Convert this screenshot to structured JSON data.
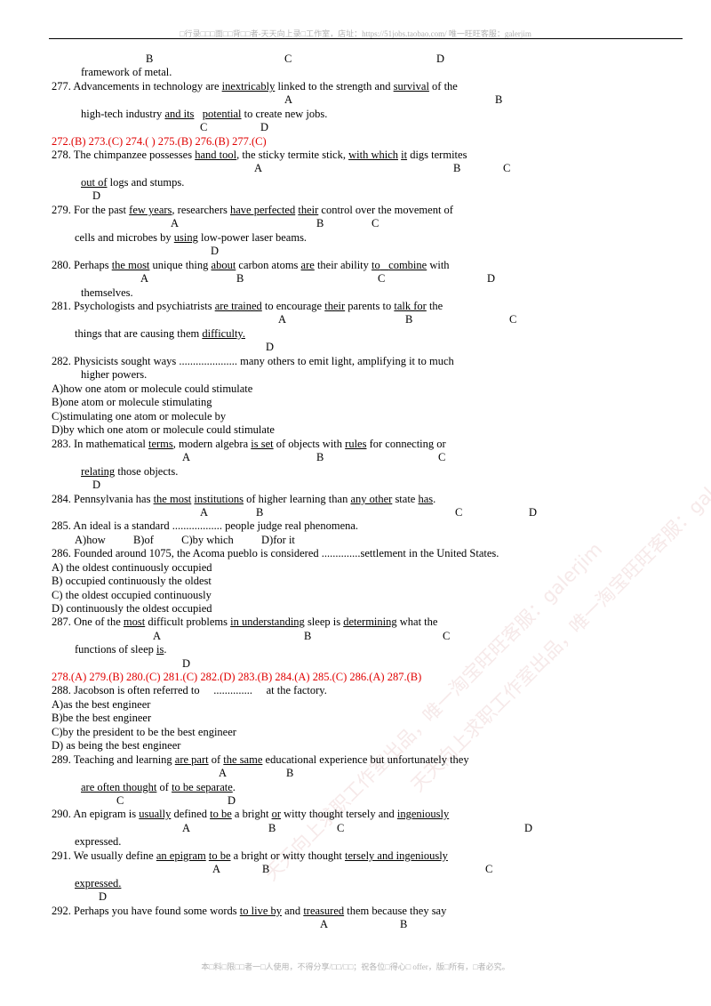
{
  "header": "□行录□□□面□□背□□者-天天向上录□工作室，店址：https://51jobs.taobao.com/  唯一旺旺客服：galerjim",
  "footer": "本□料□限□□者一□人使用，不得分享/□□/□□；祝各位□得心□ offer，版□所有，□者必究。",
  "watermark": {
    "a": "天天向上求职工作室出品，唯一淘宝旺旺客服：galerjim",
    "b": "天天向上求职工作室出品，唯一淘宝旺旺客服：galerjim"
  },
  "q276": {
    "letters": [
      "B",
      "C",
      "D"
    ],
    "tail": "framework of metal."
  },
  "q277": {
    "num": "277. ",
    "t1": "Advancements in technology are ",
    "a": "inextricably",
    "t2": " linked to the strength and ",
    "b": "survival",
    "t3": " of the",
    "t4": "high-tech industry ",
    "c": "and its",
    "t5": "   ",
    "d": "potential",
    "t6": " to create new jobs.",
    "letters": [
      "A",
      "B",
      "C",
      "D"
    ]
  },
  "answers1": "272.(B) 273.(C) 274.( ) 275.(B) 276.(B) 277.(C)",
  "q278": {
    "num": "278. ",
    "t1": "The chimpanzee possesses ",
    "a": "hand tool",
    "t2": ", the sticky termite stick, ",
    "b": "with which",
    "t3": " ",
    "c": "it",
    "t4": " digs termites",
    "d": "out of",
    "t5": " logs and stumps.",
    "letters": [
      "A",
      "B",
      "C",
      "D"
    ]
  },
  "q279": {
    "num": "279. ",
    "t1": "For the past ",
    "a": "few years",
    "t2": ", researchers ",
    "b": "have perfected",
    "t3": " ",
    "c": "their",
    "t4": " control over the movement of",
    "t5": "cells and microbes by ",
    "d": "using",
    "t6": " low-power laser beams.",
    "letters": [
      "A",
      "B",
      "C",
      "D"
    ]
  },
  "q280": {
    "num": "280. ",
    "t1": "Perhaps ",
    "a": "the most",
    "t2": " unique thing ",
    "b": "about",
    "t3": " carbon atoms ",
    "c": "are",
    "t4": " their ability ",
    "d1": "to",
    "t5": "   ",
    "d2": "combine",
    "t6": " with",
    "t7": "themselves.",
    "letters": [
      "A",
      "B",
      "C",
      "D"
    ]
  },
  "q281": {
    "num": "281. ",
    "t1": "Psychologists and psychiatrists ",
    "a": "are trained",
    "t2": " to encourage ",
    "b": "their",
    "t3": " parents to ",
    "c": "talk for",
    "t4": " the",
    "t5": "things that are causing them ",
    "d": "difficulty.",
    "letters": [
      "A",
      "B",
      "C",
      "D"
    ]
  },
  "q282": {
    "stem": "282. Physicists sought ways ..................... many others to emit light, amplifying it to much",
    "stem2": "higher powers.",
    "options": [
      "A)how one atom or molecule could stimulate",
      "B)one atom or molecule stimulating",
      "C)stimulating one atom or molecule by",
      "D)by which one atom or molecule could stimulate"
    ]
  },
  "q283": {
    "num": "283. ",
    "t1": "In mathematical ",
    "a": "terms",
    "t2": ", modern algebra ",
    "b": "is set",
    "t3": " of objects with ",
    "c": "rules",
    "t4": " for connecting or",
    "d": "relating",
    "t5": " those objects.",
    "letters": [
      "A",
      "B",
      "C",
      "D"
    ]
  },
  "q284": {
    "num": "284. ",
    "t1": "Pennsylvania has ",
    "a": "the most",
    "t2": " ",
    "b": "institutions",
    "t3": " of higher learning than ",
    "c": "any other",
    "t4": " state ",
    "d": "has",
    "t5": ".",
    "letters": [
      "A",
      "B",
      "C",
      "D"
    ]
  },
  "q285": {
    "stem": "285. An ideal is a standard .................. people judge real phenomena.",
    "options": "A)how          B)of          C)by which          D)for it"
  },
  "q286": {
    "stem": "286. Founded around 1075, the Acoma pueblo is considered ..............settlement in the United States.",
    "options": [
      "A) the oldest continuously occupied",
      "B) occupied continuously the oldest",
      "C) the oldest occupied continuously",
      "D) continuously the oldest occupied"
    ]
  },
  "q287": {
    "num": "287. ",
    "t1": "One of the ",
    "a": "most",
    "t2": " difficult problems ",
    "b": "in understanding",
    "t3": " sleep is ",
    "c": "determining",
    "t4": " what the",
    "t5": "functions of sleep ",
    "d": "is",
    "t6": ".",
    "letters": [
      "A",
      "B",
      "C",
      "D"
    ]
  },
  "answers2": "278.(A) 279.(B) 280.(C) 281.(C) 282.(D) 283.(B) 284.(A) 285.(C) 286.(A) 287.(B)",
  "q288": {
    "stem": "288. Jacobson is often referred to     ..............     at the factory.",
    "options": [
      "A)as the best engineer",
      "B)be the best engineer",
      "C)by the president to be the best engineer",
      "D) as being the best engineer"
    ]
  },
  "q289": {
    "num": "289. ",
    "t1": "Teaching and learning ",
    "a": "are part",
    "t2": " of ",
    "b": "the same",
    "t3": " educational experience but unfortunately they",
    "c": "are often thought",
    "t4": " of ",
    "d": "to be separate",
    "t5": ".",
    "letters": [
      "A",
      "B",
      "C",
      "D"
    ]
  },
  "q290": {
    "num": "290. ",
    "t1": "An epigram is ",
    "a": "usually",
    "t2": " defined ",
    "b": "to be",
    "t3": " a bright ",
    "c": "or",
    "t4": " witty thought tersely and ",
    "d": "ingeniously",
    "t5": "expressed.",
    "letters": [
      "A",
      "B",
      "C",
      "D"
    ]
  },
  "q291": {
    "num": "291. ",
    "t1": "We usually define ",
    "a": "an epigram",
    "t2": " ",
    "b": "to be",
    "t3": " a bright or witty thought ",
    "c": "tersely and ingeniously",
    "d": "expressed.",
    "letters": [
      "A",
      "B",
      "C",
      "D"
    ]
  },
  "q292": {
    "num": "292. ",
    "t1": "Perhaps you have found some words ",
    "a": "to live by",
    "t2": " and ",
    "b": "treasured",
    "t3": " them because they say",
    "letters": [
      "A",
      "B"
    ]
  }
}
